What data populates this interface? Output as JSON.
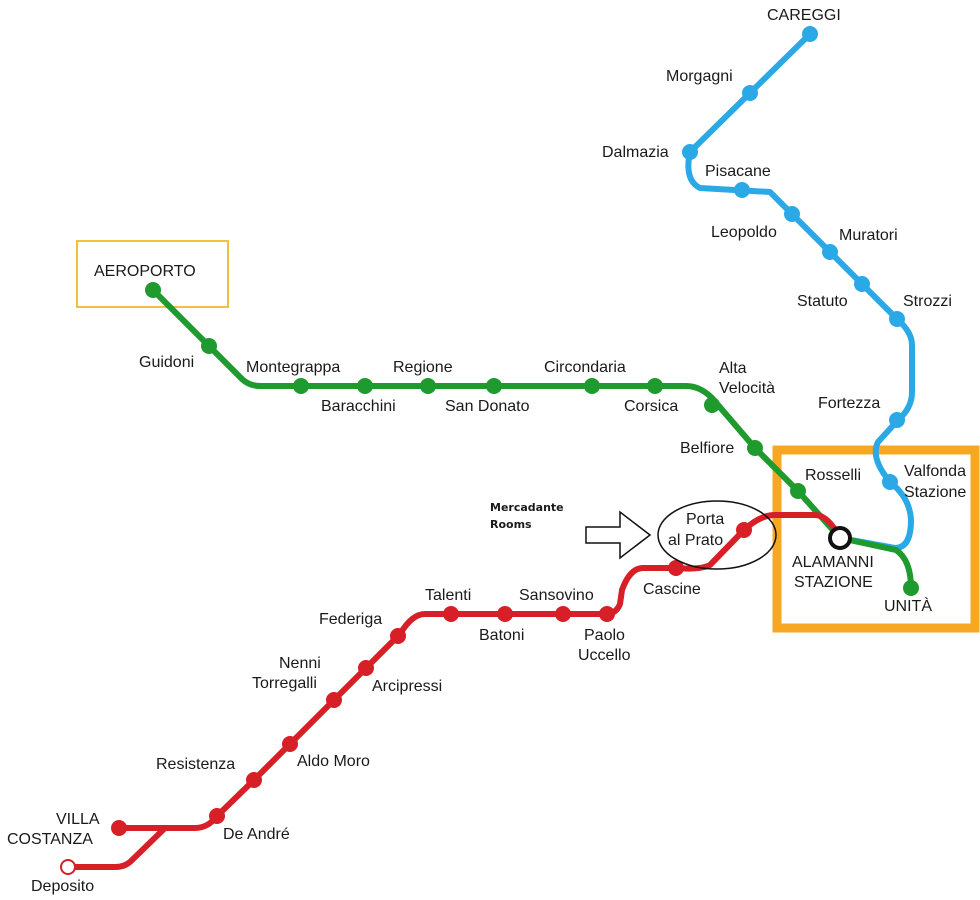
{
  "colors": {
    "red_line": "#d61f26",
    "green_line": "#1e9a2e",
    "blue_line": "#2aa9e6",
    "highlight_orange": "#f7a823",
    "airport_box": "#f0c040"
  },
  "lines": [
    {
      "id": "red",
      "name": "",
      "color_key": "red_line"
    },
    {
      "id": "green",
      "name": "",
      "color_key": "green_line"
    },
    {
      "id": "blue",
      "name": "",
      "color_key": "blue_line"
    }
  ],
  "annotation": {
    "text_line1": "Mercadante",
    "text_line2": "Rooms"
  },
  "stations": {
    "careggi": "CAREGGI",
    "morgagni": "Morgagni",
    "dalmazia": "Dalmazia",
    "pisacane": "Pisacane",
    "leopoldo": "Leopoldo",
    "muratori": "Muratori",
    "statuto": "Statuto",
    "strozzi": "Strozzi",
    "fortezza": "Fortezza",
    "valfonda_1": "Valfonda",
    "valfonda_2": "Stazione",
    "aeroporto": "AEROPORTO",
    "guidoni": "Guidoni",
    "montegrappa": "Montegrappa",
    "baracchini": "Baracchini",
    "regione": "Regione",
    "san_donato": "San Donato",
    "circondaria": "Circondaria",
    "corsica": "Corsica",
    "alta_1": "Alta",
    "alta_2": "Velocità",
    "belfiore": "Belfiore",
    "rosselli": "Rosselli",
    "alamanni_1": "ALAMANNI",
    "alamanni_2": "STAZIONE",
    "unita": "UNITÀ",
    "porta_1": "Porta",
    "porta_2": "al Prato",
    "cascine": "Cascine",
    "sansovino": "Sansovino",
    "paolo_1": "Paolo",
    "paolo_2": "Uccello",
    "talenti": "Talenti",
    "batoni": "Batoni",
    "federiga": "Federiga",
    "nenni_1": "Nenni",
    "nenni_2": "Torregalli",
    "arcipressi": "Arcipressi",
    "resistenza": "Resistenza",
    "aldo_moro": "Aldo Moro",
    "de_andre": "De André",
    "villa_1": "VILLA",
    "villa_2": "COSTANZA",
    "deposito": "Deposito"
  }
}
